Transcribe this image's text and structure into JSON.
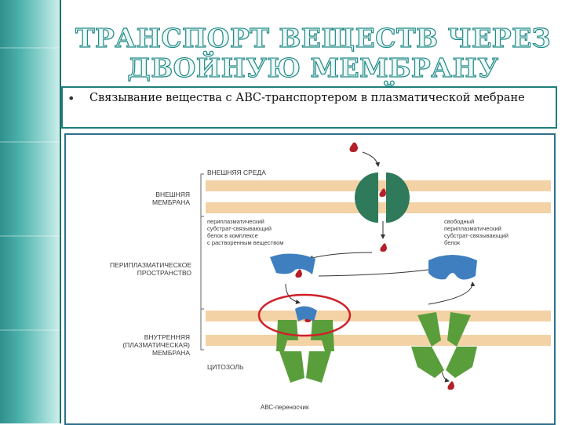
{
  "slide": {
    "title_line1": "ТРАНСПОРТ ВЕЩЕСТВ ЧЕРЕЗ",
    "title_line2": "ДВОЙНУЮ МЕМБРАНУ БАКТЕРИЙ",
    "bullet_marker": "•",
    "bullet_text": "Связывание вещества с АВС-транспортером в плазматической мебране"
  },
  "diagram": {
    "outer_env": "ВНЕШНЯЯ СРЕДА",
    "outer_membrane": [
      "ВНЕШНЯЯ",
      "МЕМБРАНА"
    ],
    "periplasm": [
      "ПЕРИПЛАЗМАТИЧЕСКОЕ",
      "ПРОСТРАНСТВО"
    ],
    "inner_membrane": [
      "ВНУТРЕННЯЯ",
      "(ПЛАЗМАТИЧЕСКАЯ)",
      "МЕМБРАНА"
    ],
    "cytosol": "ЦИТОЗОЛЬ",
    "bound_protein": [
      "периплазматический",
      "субстрат-связывающий",
      "белок в комплексе",
      "с растворенным веществом"
    ],
    "free_protein": [
      "свободный",
      "периплазматический",
      "субстрат-связывающий",
      "белок"
    ],
    "abc_carrier": "АВС-переносчик"
  },
  "colors": {
    "membrane": "#f3d2a6",
    "porin": "#2f7a5a",
    "binding_protein": "#3f7fc0",
    "abc_transporter": "#5a9e3c",
    "substrate": "#b3202a",
    "highlight": "#d0202a"
  }
}
